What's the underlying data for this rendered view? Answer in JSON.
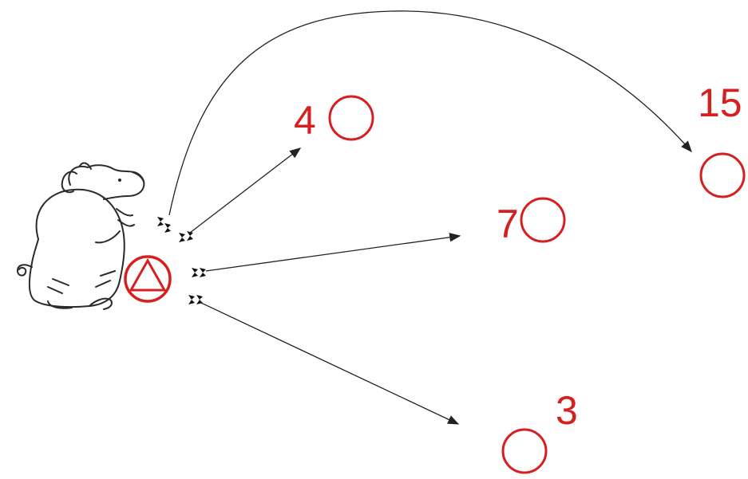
{
  "colors": {
    "accent_red": "#d62020",
    "line": "#222222",
    "background": "#ffffff"
  },
  "origin": {
    "icon": "triangle-in-circle-icon",
    "character": "pig-icon"
  },
  "targets": [
    {
      "id": "t4",
      "label": "4"
    },
    {
      "id": "t7",
      "label": "7"
    },
    {
      "id": "t15",
      "label": "15"
    },
    {
      "id": "t3",
      "label": "3"
    }
  ],
  "edges": [
    {
      "from": "origin",
      "to": "t4",
      "shape": "straight"
    },
    {
      "from": "origin",
      "to": "t7",
      "shape": "straight"
    },
    {
      "from": "origin",
      "to": "t15",
      "shape": "arc"
    },
    {
      "from": "origin",
      "to": "t3",
      "shape": "straight"
    }
  ]
}
